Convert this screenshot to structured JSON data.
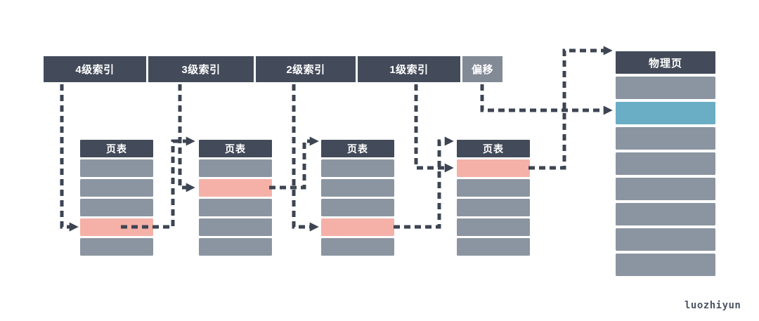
{
  "address_bar": {
    "segments": [
      {
        "id": "l4-index",
        "label": "4级索引"
      },
      {
        "id": "l3-index",
        "label": "3级索引"
      },
      {
        "id": "l2-index",
        "label": "2级索引"
      },
      {
        "id": "l1-index",
        "label": "1级索引"
      },
      {
        "id": "offset",
        "label": "偏移"
      }
    ]
  },
  "page_tables": [
    {
      "title": "页表",
      "row_count": 5,
      "highlighted_row": 4,
      "highlight_color": "#f5b1a8"
    },
    {
      "title": "页表",
      "row_count": 5,
      "highlighted_row": 2,
      "highlight_color": "#f5b1a8"
    },
    {
      "title": "页表",
      "row_count": 5,
      "highlighted_row": 4,
      "highlight_color": "#f5b1a8"
    },
    {
      "title": "页表",
      "row_count": 5,
      "highlighted_row": 1,
      "highlight_color": "#f5b1a8"
    }
  ],
  "physical_page": {
    "title": "物理页",
    "row_count": 8,
    "highlighted_row": 2,
    "highlight_color": "#69aec5"
  },
  "watermark": "luozhiyun",
  "colors": {
    "header_dark": "#434b5a",
    "cell_gray": "#8b95a1",
    "highlight_pink": "#f5b1a8",
    "highlight_blue": "#69aec5",
    "offset_gray": "#828a96",
    "arrow": "#3d4452",
    "background": "#ffffff",
    "watermark_text": "#4b5563"
  }
}
